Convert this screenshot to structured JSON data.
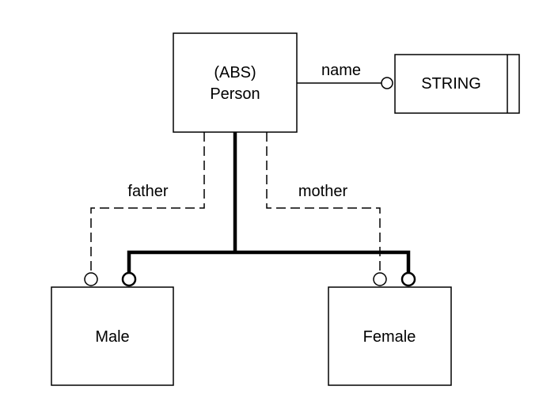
{
  "entities": {
    "person": {
      "line1": "(ABS)",
      "line2": "Person"
    },
    "string": {
      "label": "STRING"
    },
    "male": {
      "label": "Male"
    },
    "female": {
      "label": "Female"
    }
  },
  "relationships": {
    "name": {
      "label": "name"
    },
    "father": {
      "label": "father"
    },
    "mother": {
      "label": "mother"
    }
  }
}
